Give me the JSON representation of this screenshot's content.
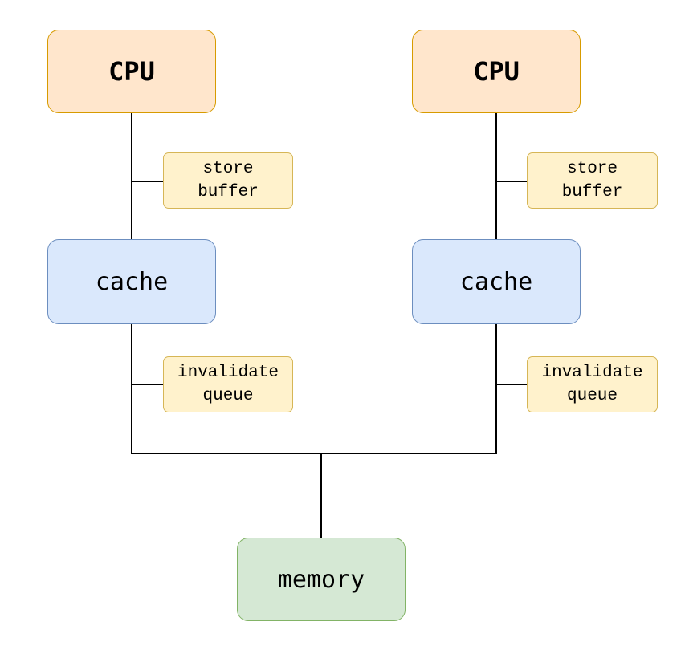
{
  "left": {
    "cpu": "CPU",
    "store_buffer": [
      "store",
      "buffer"
    ],
    "cache": "cache",
    "invalidate_queue": [
      "invalidate",
      "queue"
    ]
  },
  "right": {
    "cpu": "CPU",
    "store_buffer": [
      "store",
      "buffer"
    ],
    "cache": "cache",
    "invalidate_queue": [
      "invalidate",
      "queue"
    ]
  },
  "memory": "memory",
  "colors": {
    "cpu_fill": "#ffe6cc",
    "cpu_border": "#d79b00",
    "cache_fill": "#dae8fc",
    "cache_border": "#6c8ebf",
    "memory_fill": "#d5e8d4",
    "memory_border": "#82b366",
    "buffer_fill": "#fff2cc",
    "buffer_border": "#d6b656"
  }
}
